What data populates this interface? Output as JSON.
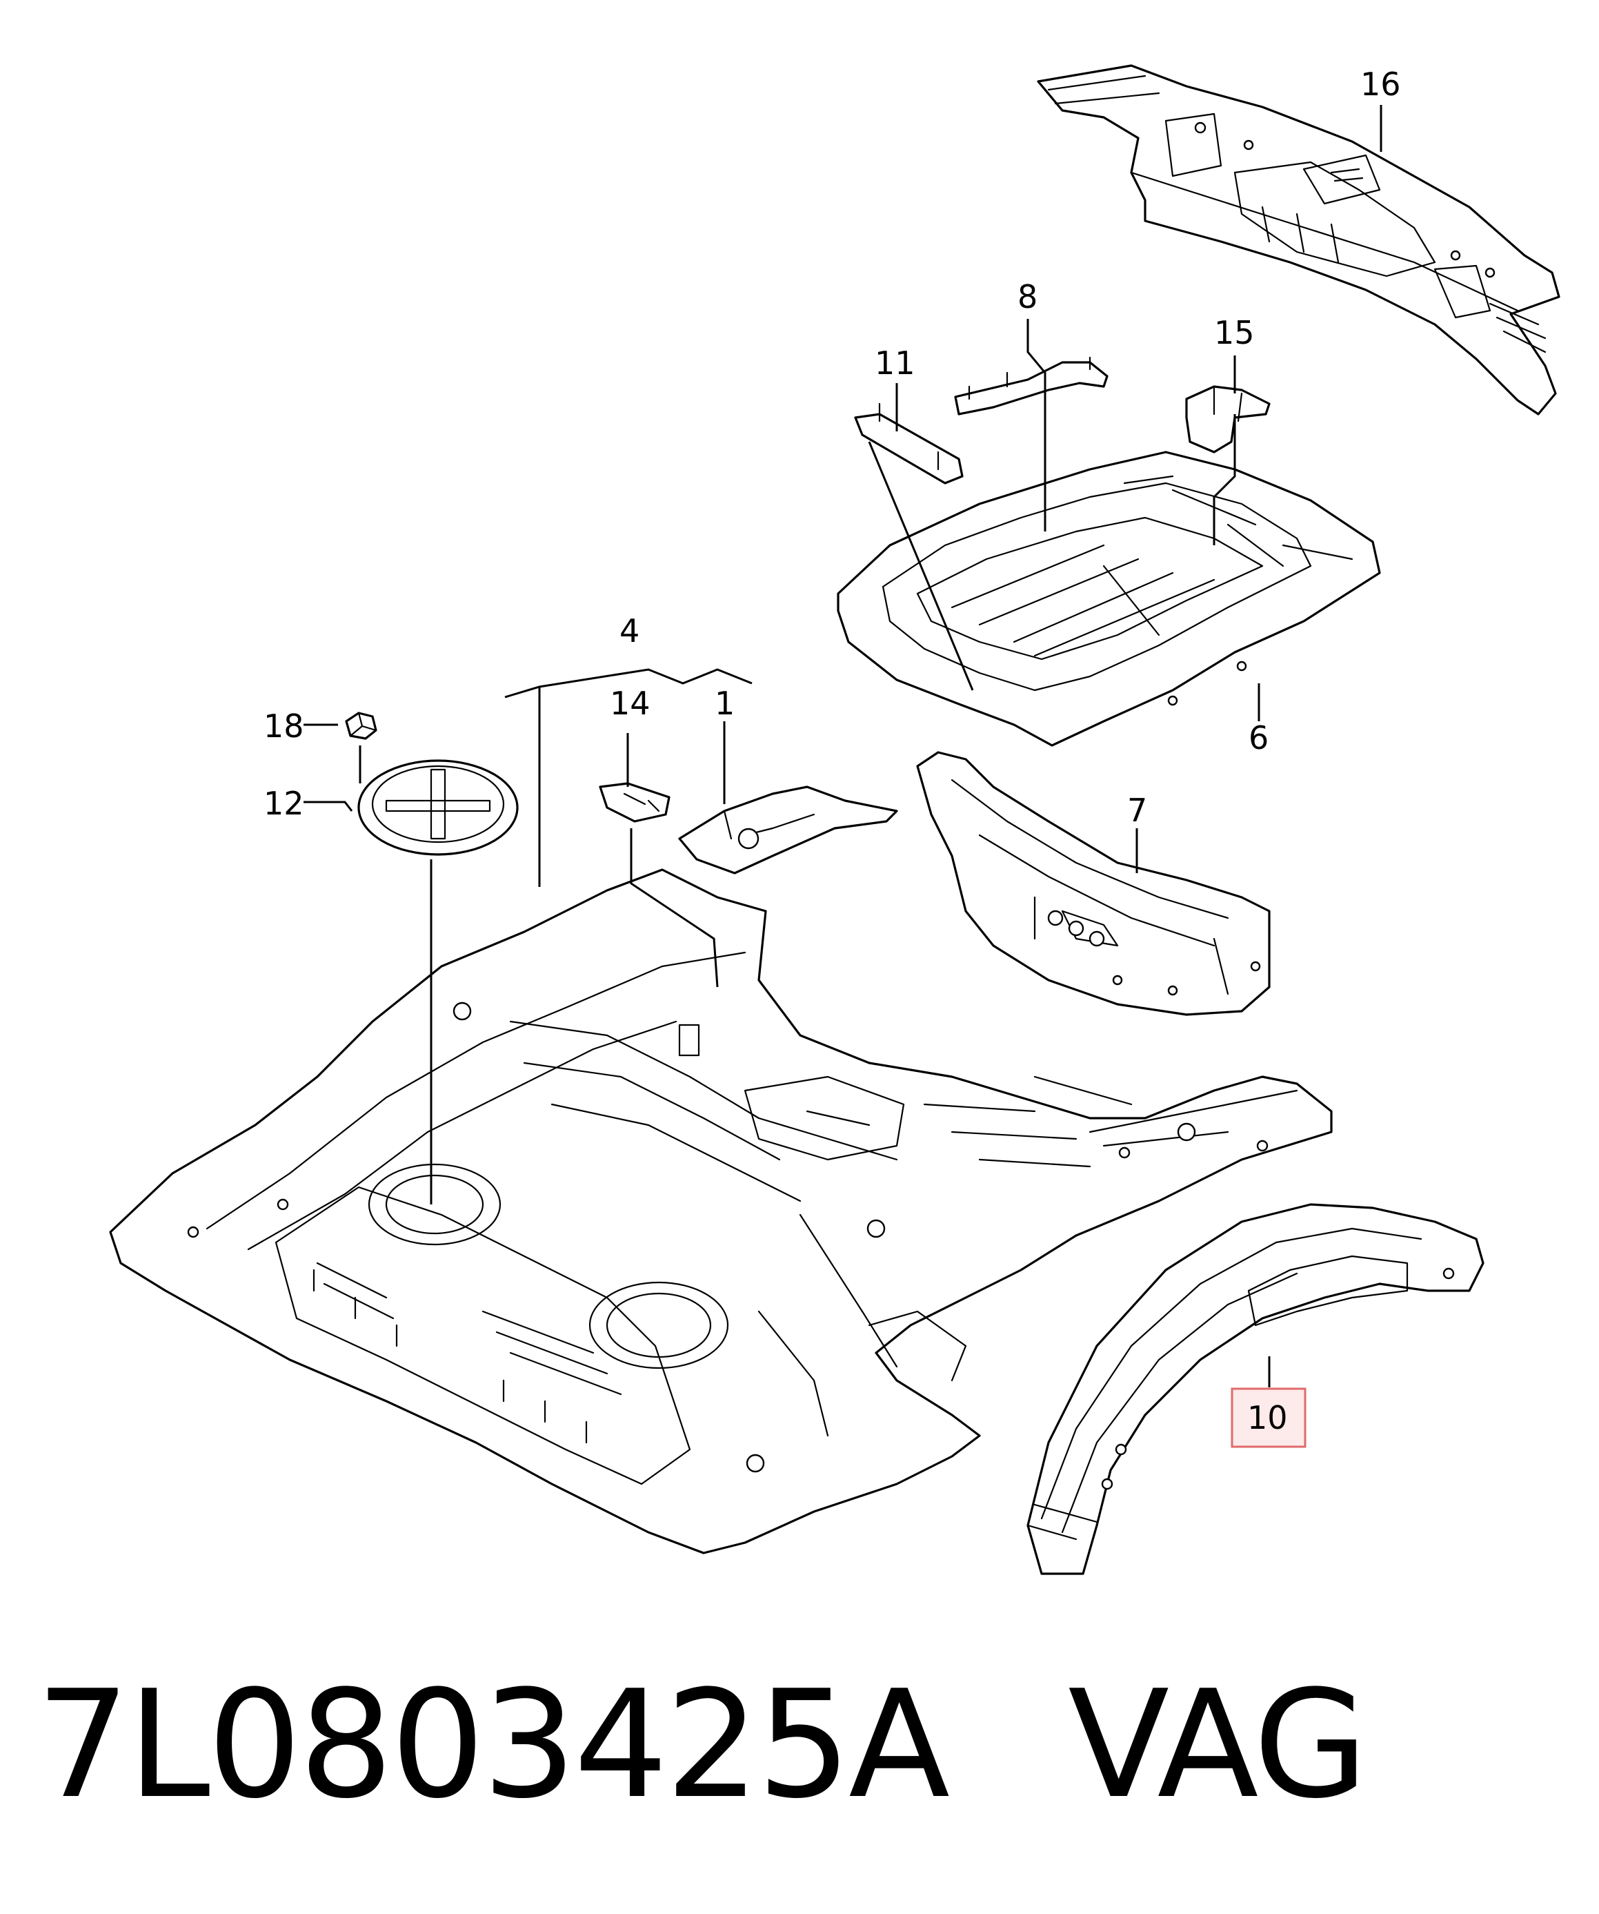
{
  "callouts": {
    "c1": "1",
    "c4": "4",
    "c6": "6",
    "c7": "7",
    "c8": "8",
    "c10": "10",
    "c11": "11",
    "c12": "12",
    "c14": "14",
    "c15": "15",
    "c16": "16",
    "c18": "18"
  },
  "highlighted_callout": "10",
  "colors": {
    "highlight_fill": "#fdeaea",
    "highlight_border": "#e06a6a",
    "line": "#000000"
  },
  "caption": {
    "part_number": "7L0803425A",
    "brand": "VAG"
  }
}
